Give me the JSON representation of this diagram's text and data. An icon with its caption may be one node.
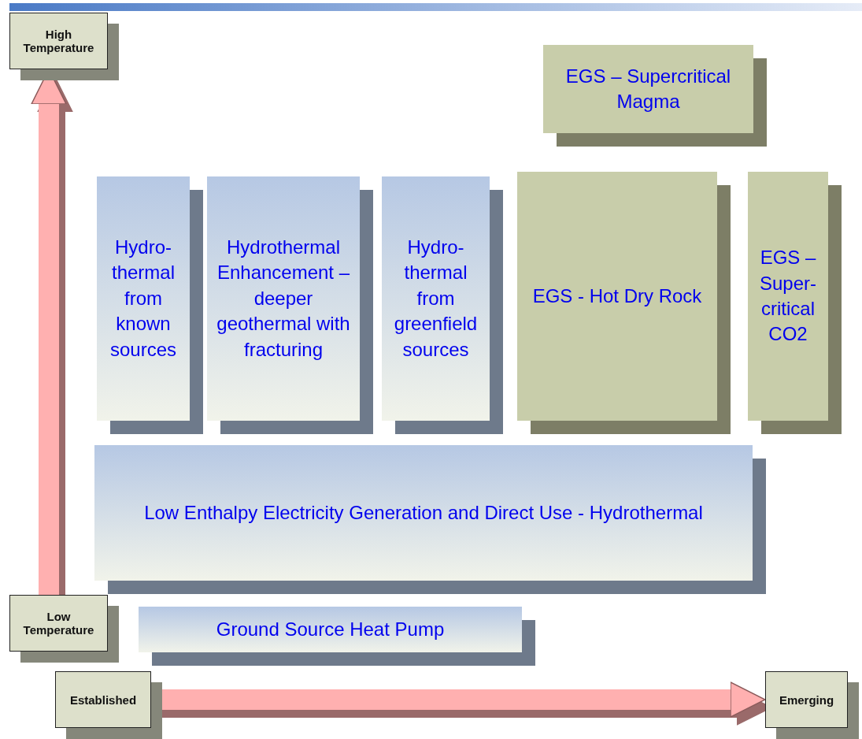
{
  "diagram": {
    "nodes": [
      {
        "text": [
          "High Temperature"
        ]
      },
      {
        "text": [
          "EGS – Supercritical Magma"
        ]
      },
      {
        "text": [
          "Hydro-thermal from known sources"
        ]
      },
      {
        "text": [
          "Hydrothermal Enhancement – deeper geothermal with fracturing"
        ]
      },
      {
        "text": [
          "Hydro-thermal from greenfield sources"
        ]
      },
      {
        "text": [
          "EGS - Hot Dry Rock"
        ]
      },
      {
        "text": [
          "EGS – Super-critical CO2"
        ]
      },
      {
        "text": [
          "Low Enthalpy Electricity Generation and Direct Use - Hydrothermal"
        ]
      },
      {
        "text": [
          "Low Temperature"
        ]
      },
      {
        "text": [
          "Ground Source Heat Pump"
        ]
      },
      {
        "text": [
          "Established"
        ]
      },
      {
        "text": [
          "Emerging"
        ]
      }
    ],
    "edges": [
      {
        "from": 8,
        "to": 0,
        "arrow": "to"
      },
      {
        "from": 10,
        "to": 11,
        "arrow": "to"
      }
    ]
  }
}
